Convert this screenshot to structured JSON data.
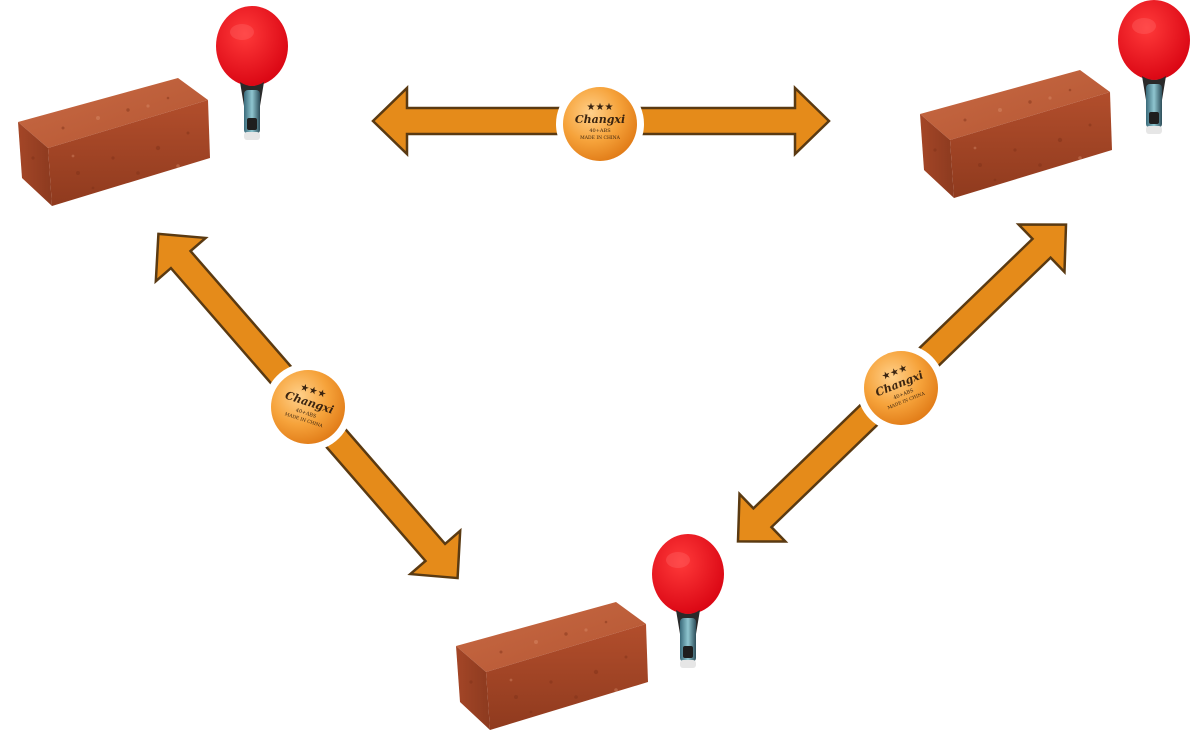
{
  "colors": {
    "arrow_fill": "#E58B1A",
    "arrow_stroke": "#5A3A12",
    "brick": "#B8522E",
    "paddle_rubber": "#E8101A",
    "ball": "#F5A23C"
  },
  "icons": {
    "station": [
      "brick-icon",
      "paddle-icon"
    ],
    "ball": "ping-pong-ball-icon",
    "arrow": "double-arrow-icon"
  },
  "ball": {
    "stars": "★★★",
    "brand": "Changxi",
    "line1": "40+ABS",
    "line2": "MADE IN CHINA"
  }
}
